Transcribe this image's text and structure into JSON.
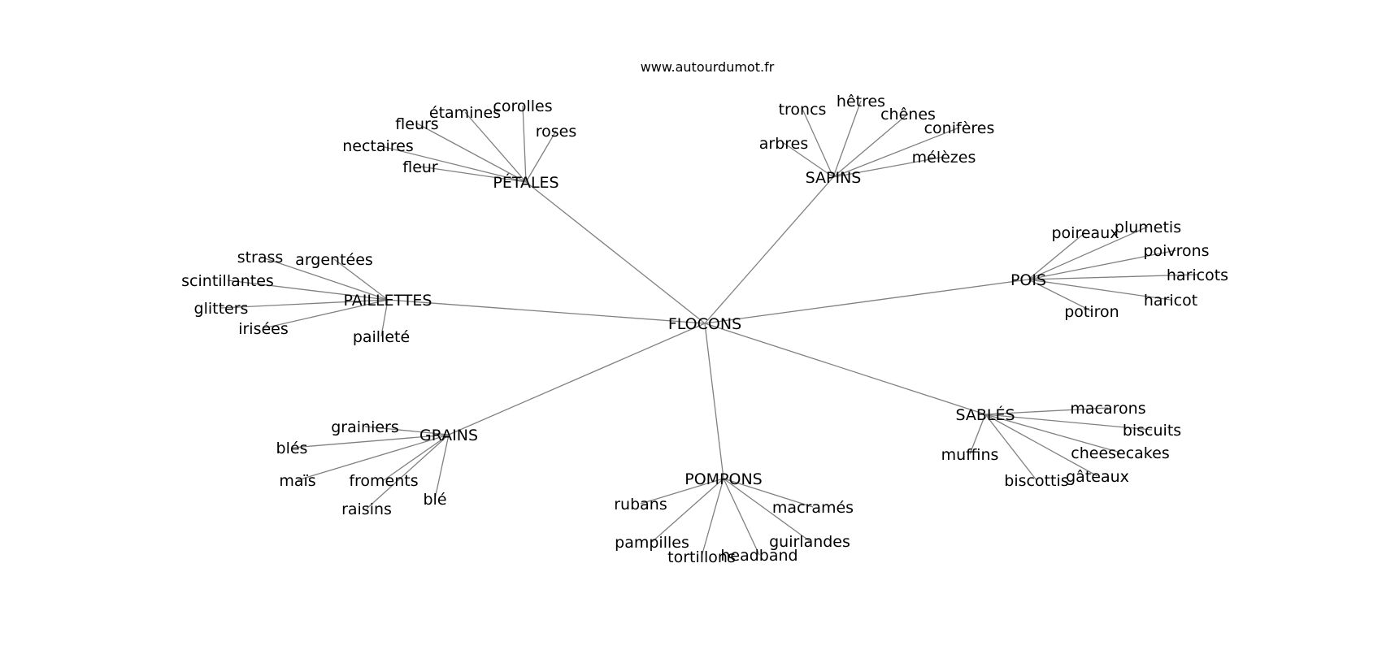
{
  "source": "www.autourdumot.fr",
  "colors": {
    "edge": "#808080",
    "text": "#000000",
    "background": "#ffffff"
  },
  "graph": {
    "root": "FLOCONS",
    "clusters": [
      {
        "label": "PÉTALES",
        "leaves": [
          "corolles",
          "étamines",
          "fleurs",
          "nectaires",
          "fleur",
          "roses"
        ]
      },
      {
        "label": "SAPINS",
        "leaves": [
          "troncs",
          "hêtres",
          "chênes",
          "conifères",
          "arbres",
          "mélèzes"
        ]
      },
      {
        "label": "POIS",
        "leaves": [
          "poireaux",
          "plumetis",
          "poivrons",
          "haricots",
          "haricot",
          "potiron"
        ]
      },
      {
        "label": "PAILLETTES",
        "leaves": [
          "strass",
          "argentées",
          "scintillantes",
          "glitters",
          "irisées",
          "pailleté"
        ]
      },
      {
        "label": "GRAINS",
        "leaves": [
          "grainiers",
          "blés",
          "maïs",
          "froments",
          "raisins",
          "blé"
        ]
      },
      {
        "label": "POMPONS",
        "leaves": [
          "rubans",
          "macramés",
          "pampilles",
          "guirlandes",
          "tortillons",
          "headband"
        ]
      },
      {
        "label": "SABLÉS",
        "leaves": [
          "macarons",
          "biscuits",
          "muffins",
          "cheesecakes",
          "biscottis",
          "gâteaux"
        ]
      }
    ]
  }
}
